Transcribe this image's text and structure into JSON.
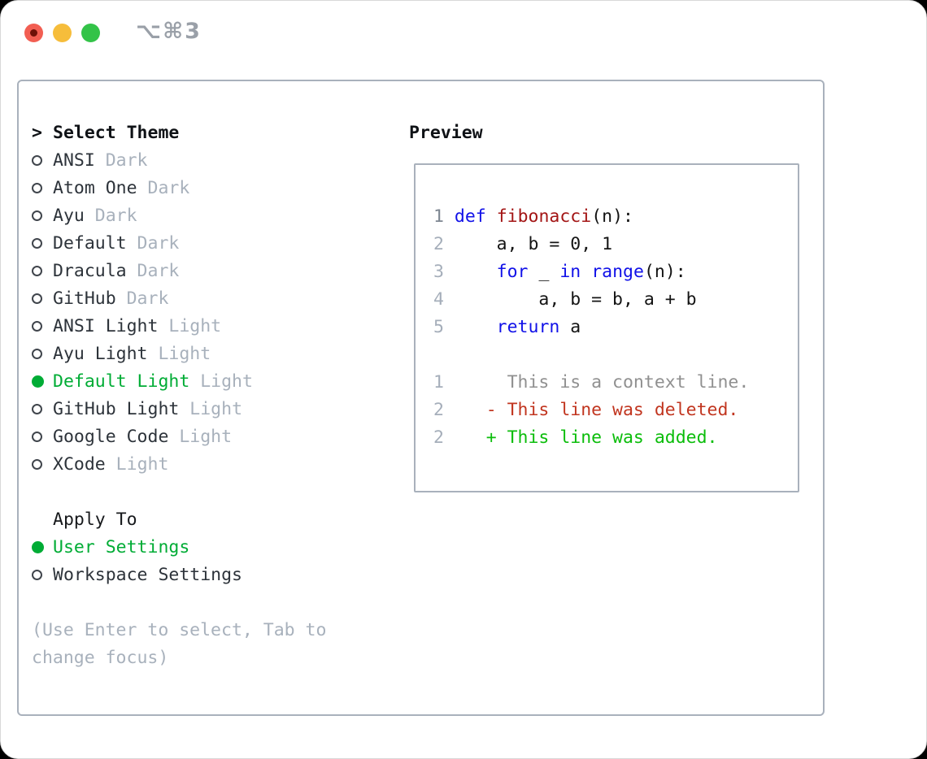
{
  "titlebar": {
    "shortcut": "⌥⌘3",
    "buttons": [
      "close",
      "minimize",
      "zoom"
    ]
  },
  "colors": {
    "accent_selected_green": "#00ac35",
    "keyword_blue": "#1111e8",
    "function_red": "#a31515",
    "diff_deleted_red": "#c1351f",
    "diff_added_green": "#0bbd0b",
    "context_gray": "#909090",
    "muted_gray": "#a8b1bc",
    "border_gray": "#a9b1bc",
    "traffic_red": "#f25e52",
    "traffic_yellow": "#f6bd3b",
    "traffic_green": "#33c348"
  },
  "theme_list": {
    "prompt": ">",
    "header": "Select Theme",
    "items": [
      {
        "name": "ANSI",
        "variant": "Dark",
        "selected": false
      },
      {
        "name": "Atom One",
        "variant": "Dark",
        "selected": false
      },
      {
        "name": "Ayu",
        "variant": "Dark",
        "selected": false
      },
      {
        "name": "Default",
        "variant": "Dark",
        "selected": false
      },
      {
        "name": "Dracula",
        "variant": "Dark",
        "selected": false
      },
      {
        "name": "GitHub",
        "variant": "Dark",
        "selected": false
      },
      {
        "name": "ANSI Light",
        "variant": "Light",
        "selected": false
      },
      {
        "name": "Ayu Light",
        "variant": "Light",
        "selected": false
      },
      {
        "name": "Default Light",
        "variant": "Light",
        "selected": true
      },
      {
        "name": "GitHub Light",
        "variant": "Light",
        "selected": false
      },
      {
        "name": "Google Code",
        "variant": "Light",
        "selected": false
      },
      {
        "name": "XCode",
        "variant": "Light",
        "selected": false
      }
    ]
  },
  "apply_to": {
    "header": "Apply To",
    "options": [
      {
        "label": "User Settings",
        "selected": true
      },
      {
        "label": "Workspace Settings",
        "selected": false
      }
    ]
  },
  "hint_lines": [
    "(Use Enter to select, Tab to",
    "change focus)"
  ],
  "preview": {
    "title": "Preview",
    "lines": [
      {
        "num": "1",
        "nc": "lnd",
        "segments": [
          {
            "t": " ",
            "c": "pl"
          },
          {
            "t": "def",
            "c": "kw"
          },
          {
            "t": " ",
            "c": "pl"
          },
          {
            "t": "fibonacci",
            "c": "fn"
          },
          {
            "t": "(n):",
            "c": "pl"
          }
        ]
      },
      {
        "num": "2",
        "nc": "",
        "segments": [
          {
            "t": "     a, b = 0, 1",
            "c": "pl"
          }
        ]
      },
      {
        "num": "3",
        "nc": "",
        "segments": [
          {
            "t": "     ",
            "c": "pl"
          },
          {
            "t": "for",
            "c": "kw"
          },
          {
            "t": " _ ",
            "c": "pl"
          },
          {
            "t": "in",
            "c": "kw"
          },
          {
            "t": " ",
            "c": "pl"
          },
          {
            "t": "range",
            "c": "kw"
          },
          {
            "t": "(n):",
            "c": "pl"
          }
        ]
      },
      {
        "num": "4",
        "nc": "",
        "segments": [
          {
            "t": "         a, b = b, a + b",
            "c": "pl"
          }
        ]
      },
      {
        "num": "5",
        "nc": "",
        "segments": [
          {
            "t": "     ",
            "c": "pl"
          },
          {
            "t": "return",
            "c": "kw"
          },
          {
            "t": " a",
            "c": "pl"
          }
        ]
      },
      {
        "num": "",
        "nc": "",
        "segments": []
      },
      {
        "num": "1",
        "nc": "",
        "segments": [
          {
            "t": "      This is a context line.",
            "c": "ctx"
          }
        ]
      },
      {
        "num": "2",
        "nc": "",
        "segments": [
          {
            "t": "    - This line was deleted.",
            "c": "del"
          }
        ]
      },
      {
        "num": "2",
        "nc": "",
        "segments": [
          {
            "t": "    + This line was added.",
            "c": "add"
          }
        ]
      }
    ]
  }
}
